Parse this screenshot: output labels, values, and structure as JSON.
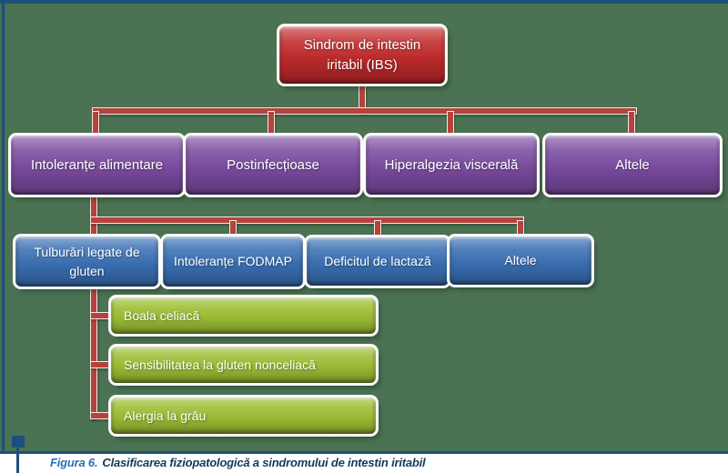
{
  "figure": {
    "caption": {
      "label": "Figura 6.",
      "text": "Clasificarea fiziopatologică a sindromului de intestin iritabil"
    }
  },
  "diagram": {
    "root": {
      "label": "Sindrom de intestin iritabil (IBS)",
      "color": "#c12a2b"
    },
    "level2": [
      {
        "label": "Intoleranțe alimentare",
        "color": "#7b4ba0"
      },
      {
        "label": "Postinfecțioase",
        "color": "#7b4ba0"
      },
      {
        "label": "Hiperalgezia viscerală",
        "color": "#7b4ba0"
      },
      {
        "label": "Altele",
        "color": "#7b4ba0"
      }
    ],
    "level3": [
      {
        "label": "Tulburări legate de gluten",
        "color": "#3a70b4"
      },
      {
        "label": "Intoleranțe FODMAP",
        "color": "#3a70b4"
      },
      {
        "label": "Deficitul de lactază",
        "color": "#3a70b4"
      },
      {
        "label": "Altele",
        "color": "#3a70b4"
      }
    ],
    "level4": [
      {
        "label": "Boala celiacă",
        "color": "#9dbf34"
      },
      {
        "label": "Sensibilitatea la gluten nonceliacă",
        "color": "#9dbf34"
      },
      {
        "label": "Alergia la grâu",
        "color": "#9dbf34"
      }
    ]
  },
  "colors": {
    "page_background": "#4a7253",
    "rule_navy": "#1d4f7d",
    "connector_red": "#b5433c",
    "caption_label_blue": "#2d6db5",
    "caption_text_navy": "#123a5e"
  }
}
